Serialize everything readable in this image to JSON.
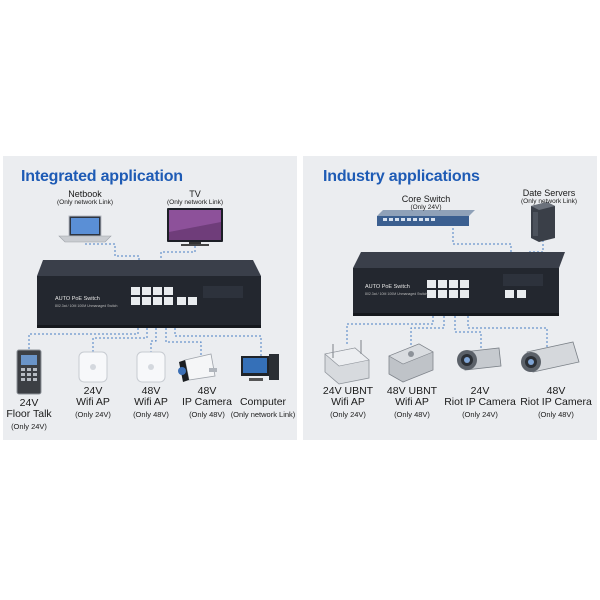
{
  "integrated": {
    "title": "Integrated application",
    "top": [
      {
        "name": "Netbook",
        "sub": "(Only network Link)"
      },
      {
        "name": "TV",
        "sub": "(Only network Link)"
      }
    ],
    "switch": {
      "label": "AUTO PoE Switch",
      "sub": "802.3at / 10M 100M Unmanaged Switch"
    },
    "devices": [
      {
        "voltage": "24V",
        "name": "Floor Talk",
        "sub": "(Only 24V)"
      },
      {
        "voltage": "24V",
        "name": "Wifi AP",
        "sub": "(Only 24V)"
      },
      {
        "voltage": "48V",
        "name": "Wifi AP",
        "sub": "(Only 48V)"
      },
      {
        "voltage": "48V",
        "name": "IP Camera",
        "sub": "(Only 48V)"
      },
      {
        "voltage": "",
        "name": "Computer",
        "sub": "(Only network Link)"
      }
    ]
  },
  "industry": {
    "title": "Industry applications",
    "top": [
      {
        "name": "Core Switch",
        "sub": "(Only 24V)"
      },
      {
        "name": "Date Servers",
        "sub": "(Only network Link)"
      }
    ],
    "switch": {
      "label": "AUTO PoE Switch",
      "sub": "802.3at / 10M 100M Unmanaged Switch"
    },
    "devices": [
      {
        "voltage": "24V UBNT",
        "name": "Wifi AP",
        "sub": "(Only 24V)"
      },
      {
        "voltage": "48V UBNT",
        "name": "Wifi AP",
        "sub": "(Only 48V)"
      },
      {
        "voltage": "24V",
        "name": "Riot IP Camera",
        "sub": "(Only 24V)"
      },
      {
        "voltage": "48V",
        "name": "Riot IP Camera",
        "sub": "(Only 48V)"
      }
    ]
  },
  "colors": {
    "title": "#1e5bb5",
    "panel": "#ebedf0",
    "link": "#4a7fc4",
    "switch": "#23272f"
  }
}
